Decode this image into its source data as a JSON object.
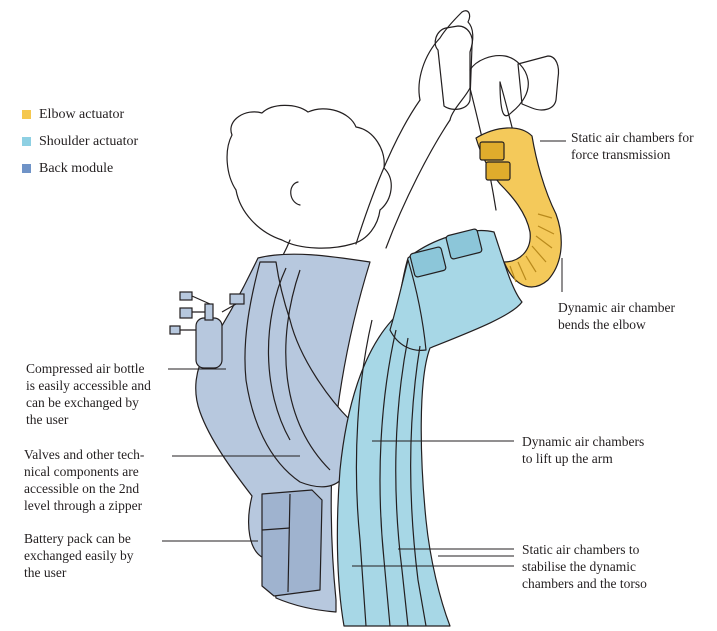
{
  "colors": {
    "elbow": "#f4c95a",
    "elbow_dark": "#e0ac2c",
    "shoulder": "#a7d7e6",
    "shoulder_dark": "#8cc6d9",
    "back": "#b7c8de",
    "back_dark": "#9fb3cf",
    "outline": "#231f20",
    "swatch_back": "#6f93c7"
  },
  "legend": [
    {
      "label": "Elbow actuator",
      "color": "#f5c84f"
    },
    {
      "label": "Shoulder actuator",
      "color": "#8ed0e3"
    },
    {
      "label": "Back module",
      "color": "#6f93c7"
    }
  ],
  "annotations": {
    "static_force": [
      "Static air chambers for",
      "force transmission"
    ],
    "dynamic_elbow": [
      "Dynamic air chamber",
      "bends the elbow"
    ],
    "bottle": [
      "Compressed air bottle",
      "is easily accessible and",
      "can be exchanged by",
      "the user"
    ],
    "valves": [
      "Valves and other tech-",
      "nical components are",
      "accessible on the 2nd",
      "level through a zipper"
    ],
    "battery": [
      "Battery pack can be",
      "exchanged easily by",
      "the user"
    ],
    "dynamic_lift": [
      "Dynamic air chambers",
      "to lift up the arm"
    ],
    "static_stabilise": [
      "Static air chambers to",
      "stabilise the dynamic",
      "chambers and the torso"
    ]
  }
}
